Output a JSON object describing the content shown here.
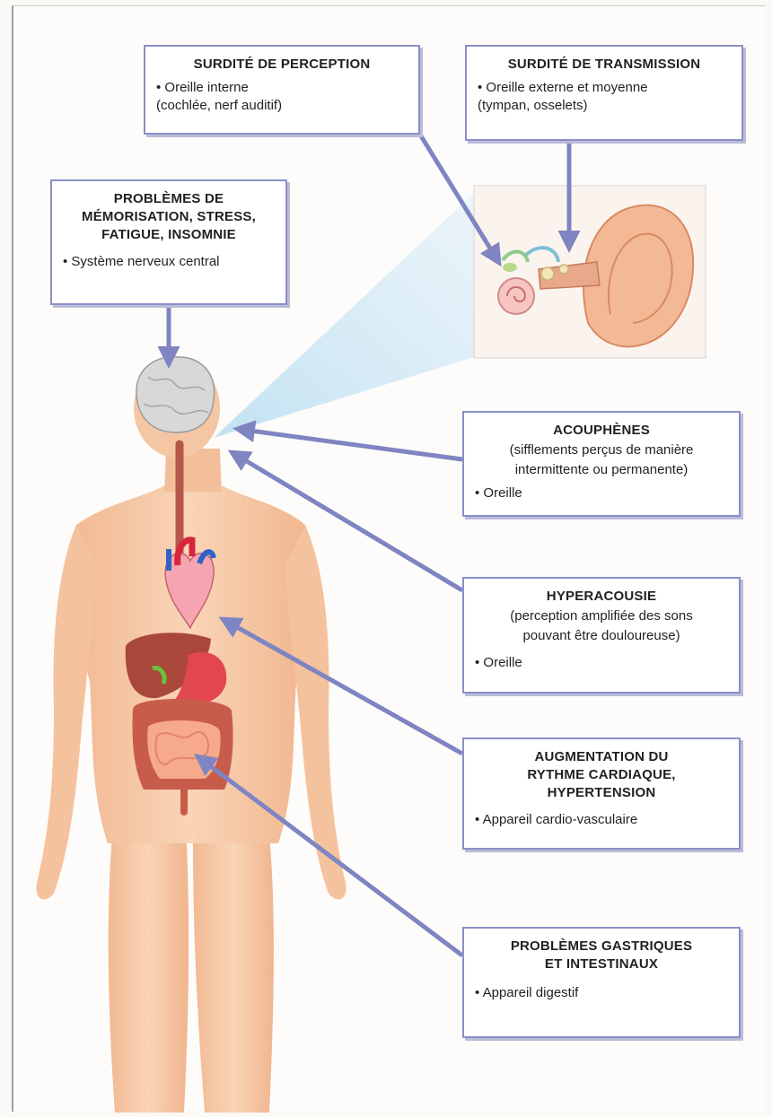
{
  "callouts": {
    "perception": {
      "title": "SURDITÉ DE PERCEPTION",
      "item": "Oreille interne",
      "item_cont": "(cochlée, nerf auditif)"
    },
    "transmission": {
      "title": "SURDITÉ DE TRANSMISSION",
      "item": "Oreille externe et moyenne",
      "item_cont": "(tympan, osselets)"
    },
    "memory": {
      "title_lines": [
        "PROBLÈMES DE",
        "MÉMORISATION, STRESS,",
        "FATIGUE, INSOMNIE"
      ],
      "item": "Système nerveux central"
    },
    "tinnitus": {
      "title": "ACOUPHÈNES",
      "desc_lines": [
        "(sifflements perçus de manière",
        "intermittente ou permanente)"
      ],
      "item": "Oreille"
    },
    "hyperacusis": {
      "title": "HYPERACOUSIE",
      "desc_lines": [
        "(perception amplifiée des sons",
        "pouvant être douloureuse)"
      ],
      "item": "Oreille"
    },
    "cardiac": {
      "title_lines": [
        "AUGMENTATION DU",
        "RYTHME CARDIAQUE,",
        "HYPERTENSION"
      ],
      "item": "Appareil cardio-vasculaire"
    },
    "gastric": {
      "title_lines": [
        "PROBLÈMES GASTRIQUES",
        "ET INTESTINAUX"
      ],
      "item": "Appareil digestif"
    }
  },
  "colors": {
    "box_border": "#8b8fc7",
    "arrow": "#7f84c2",
    "skin": "#f6c9a5",
    "highlight_cone": "#cfe6f4"
  }
}
